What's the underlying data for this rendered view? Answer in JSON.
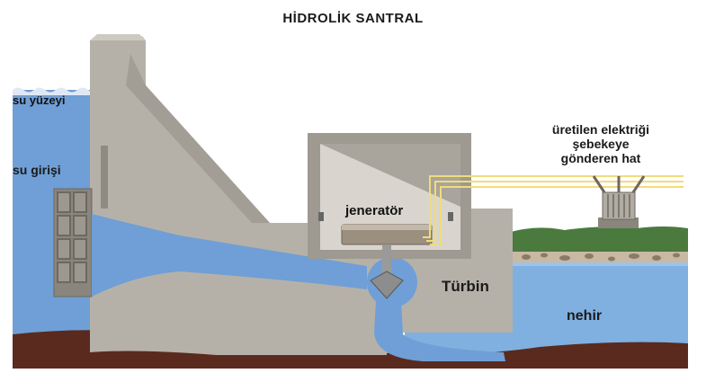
{
  "title": "HİDROLİK SANTRAL",
  "labels": {
    "water_surface": "su yüzeyi",
    "water_inlet": "su girişi",
    "generator": "jeneratör",
    "turbine": "Türbin",
    "river": "nehir",
    "line_1": "üretilen elektriği",
    "line_2": "şebekeye",
    "line_3": "gönderen hat"
  },
  "colors": {
    "water": "#6fa0d8",
    "water_dark": "#4f86c6",
    "concrete": "#b7b2a9",
    "concrete_dark": "#8f8a82",
    "ground": "#5a2a1e",
    "grass": "#4d7c3f",
    "power_line": "#f1dc7a"
  }
}
